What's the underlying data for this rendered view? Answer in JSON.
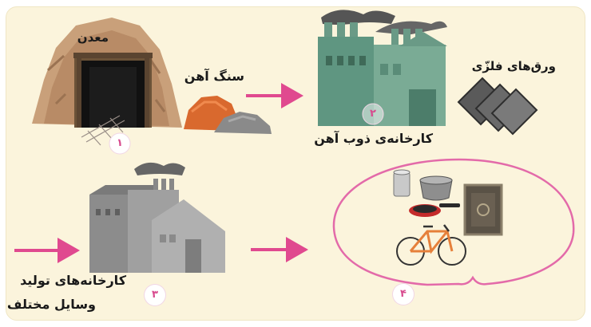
{
  "labels": {
    "mine": "معدن",
    "iron_ore": "سنگ آهن",
    "smelter": "کارخانه‌ی ذوب آهن",
    "metal_sheets": "ورق‌های فلزّی",
    "factories_line1": "کارخانه‌های تولید",
    "factories_line2": "وسایل مختلف"
  },
  "steps": [
    "۱",
    "۲",
    "۳",
    "۴"
  ],
  "colors": {
    "arrow": "#e0498f",
    "highlight_ring": "#e36aa9",
    "step_number": "#d84b8e",
    "panel": "#fbf4dc"
  }
}
